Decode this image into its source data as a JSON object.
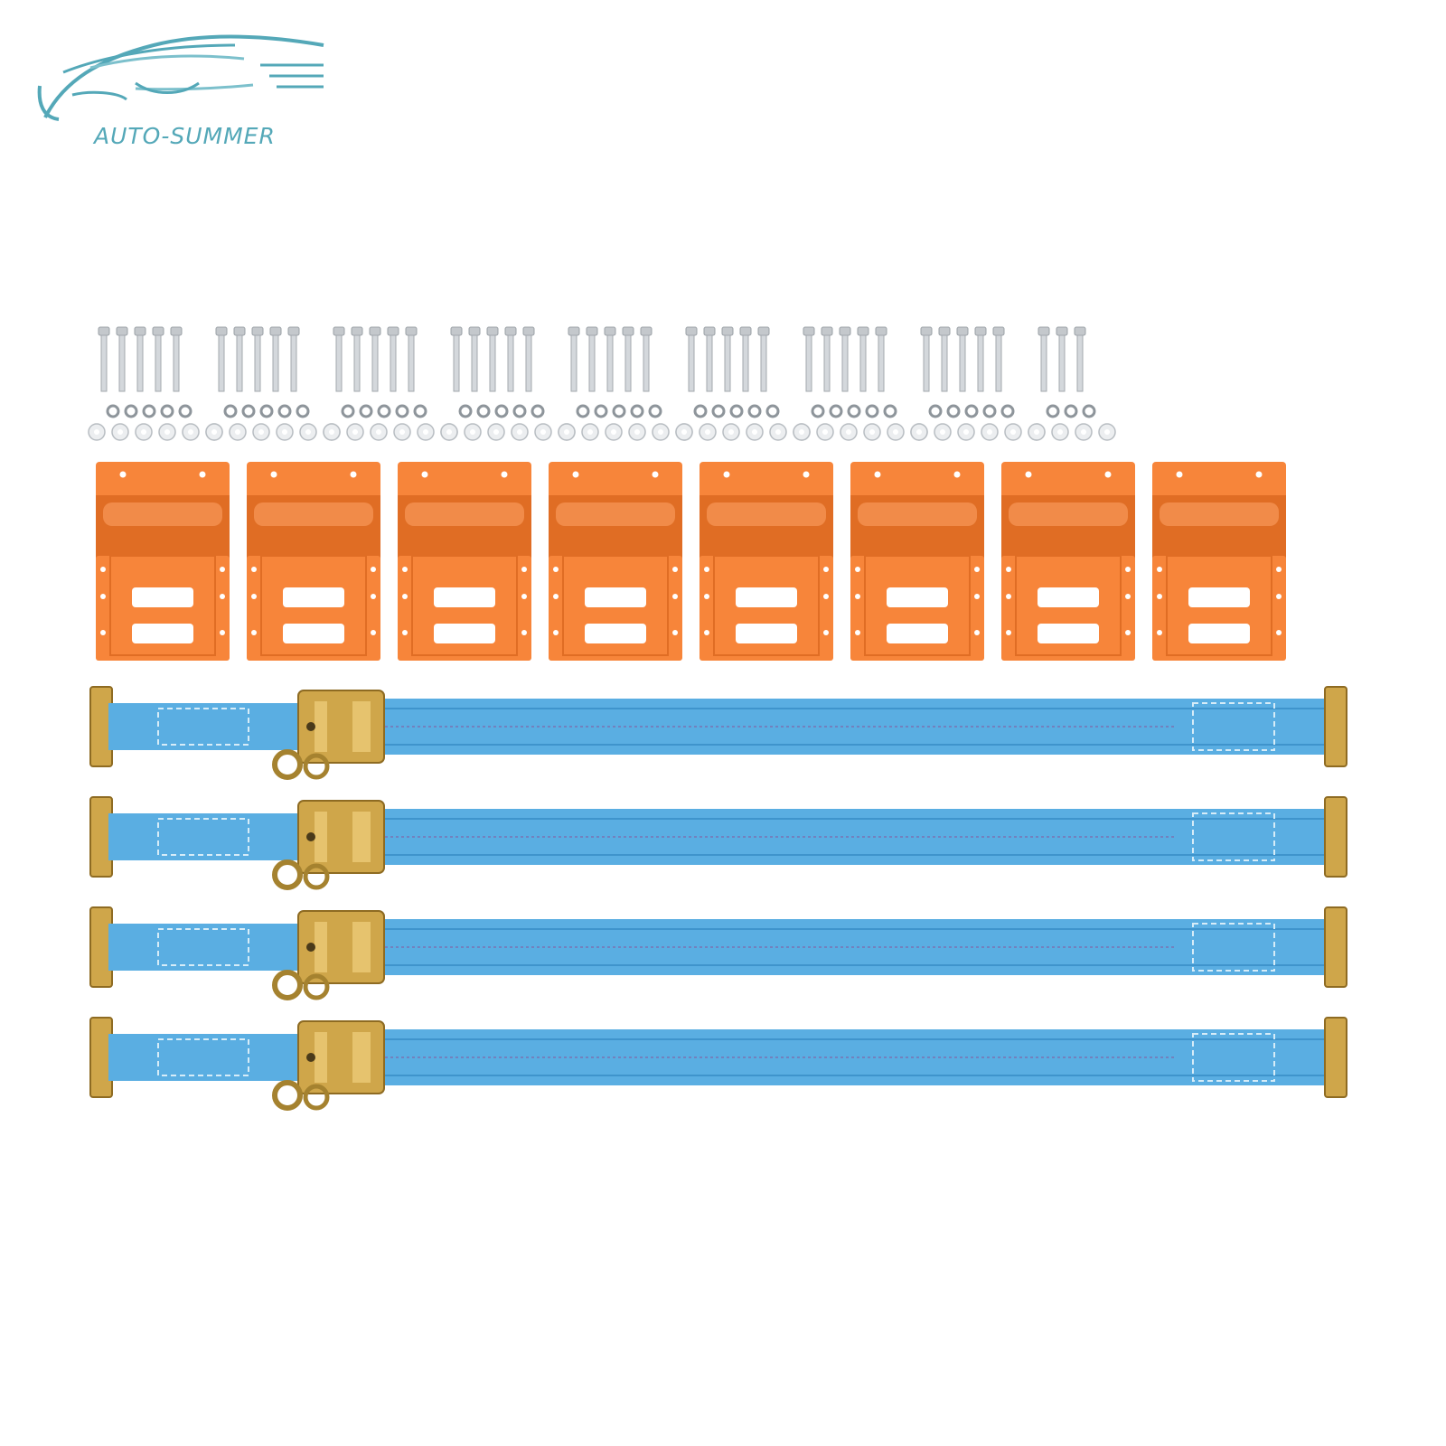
{
  "brand": {
    "name": "AUTO-SUMMER",
    "color": "#54a8b8",
    "logo_icon": "car-outline-icon"
  },
  "product": {
    "counts": {
      "bolt_groups": 9,
      "brackets": 8,
      "straps": 4
    },
    "bolts_per_group": [
      5,
      5,
      5,
      5,
      5,
      5,
      5,
      5,
      3
    ],
    "colors": {
      "bracket": "#f7853a",
      "bracket_shade": "#e06d24",
      "strap": "#5aaee2",
      "strap_shade": "#3f94cc",
      "metal": "#c4c8cc",
      "ratchet": "#cfa64a"
    }
  }
}
